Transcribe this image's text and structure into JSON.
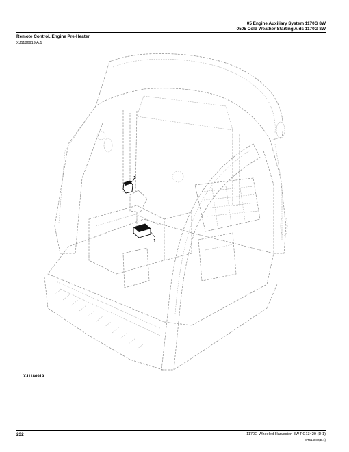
{
  "header": {
    "line1": "05 Engine Auxiliary System 1170G 8W",
    "line2": "0505 Cold Weather Starting Aids 1170G 8W"
  },
  "section": {
    "title": "Remote Control, Engine Pre-Heater",
    "id": "XJ1186919 A.1"
  },
  "figure": {
    "label": "XJ1186919",
    "callouts": [
      "1",
      "2"
    ]
  },
  "footer": {
    "page_number": "232",
    "doc_title": "1170G Wheeled Harvester, 8W    PC13429    (D.1)",
    "code": "ST614082(D.1)"
  }
}
